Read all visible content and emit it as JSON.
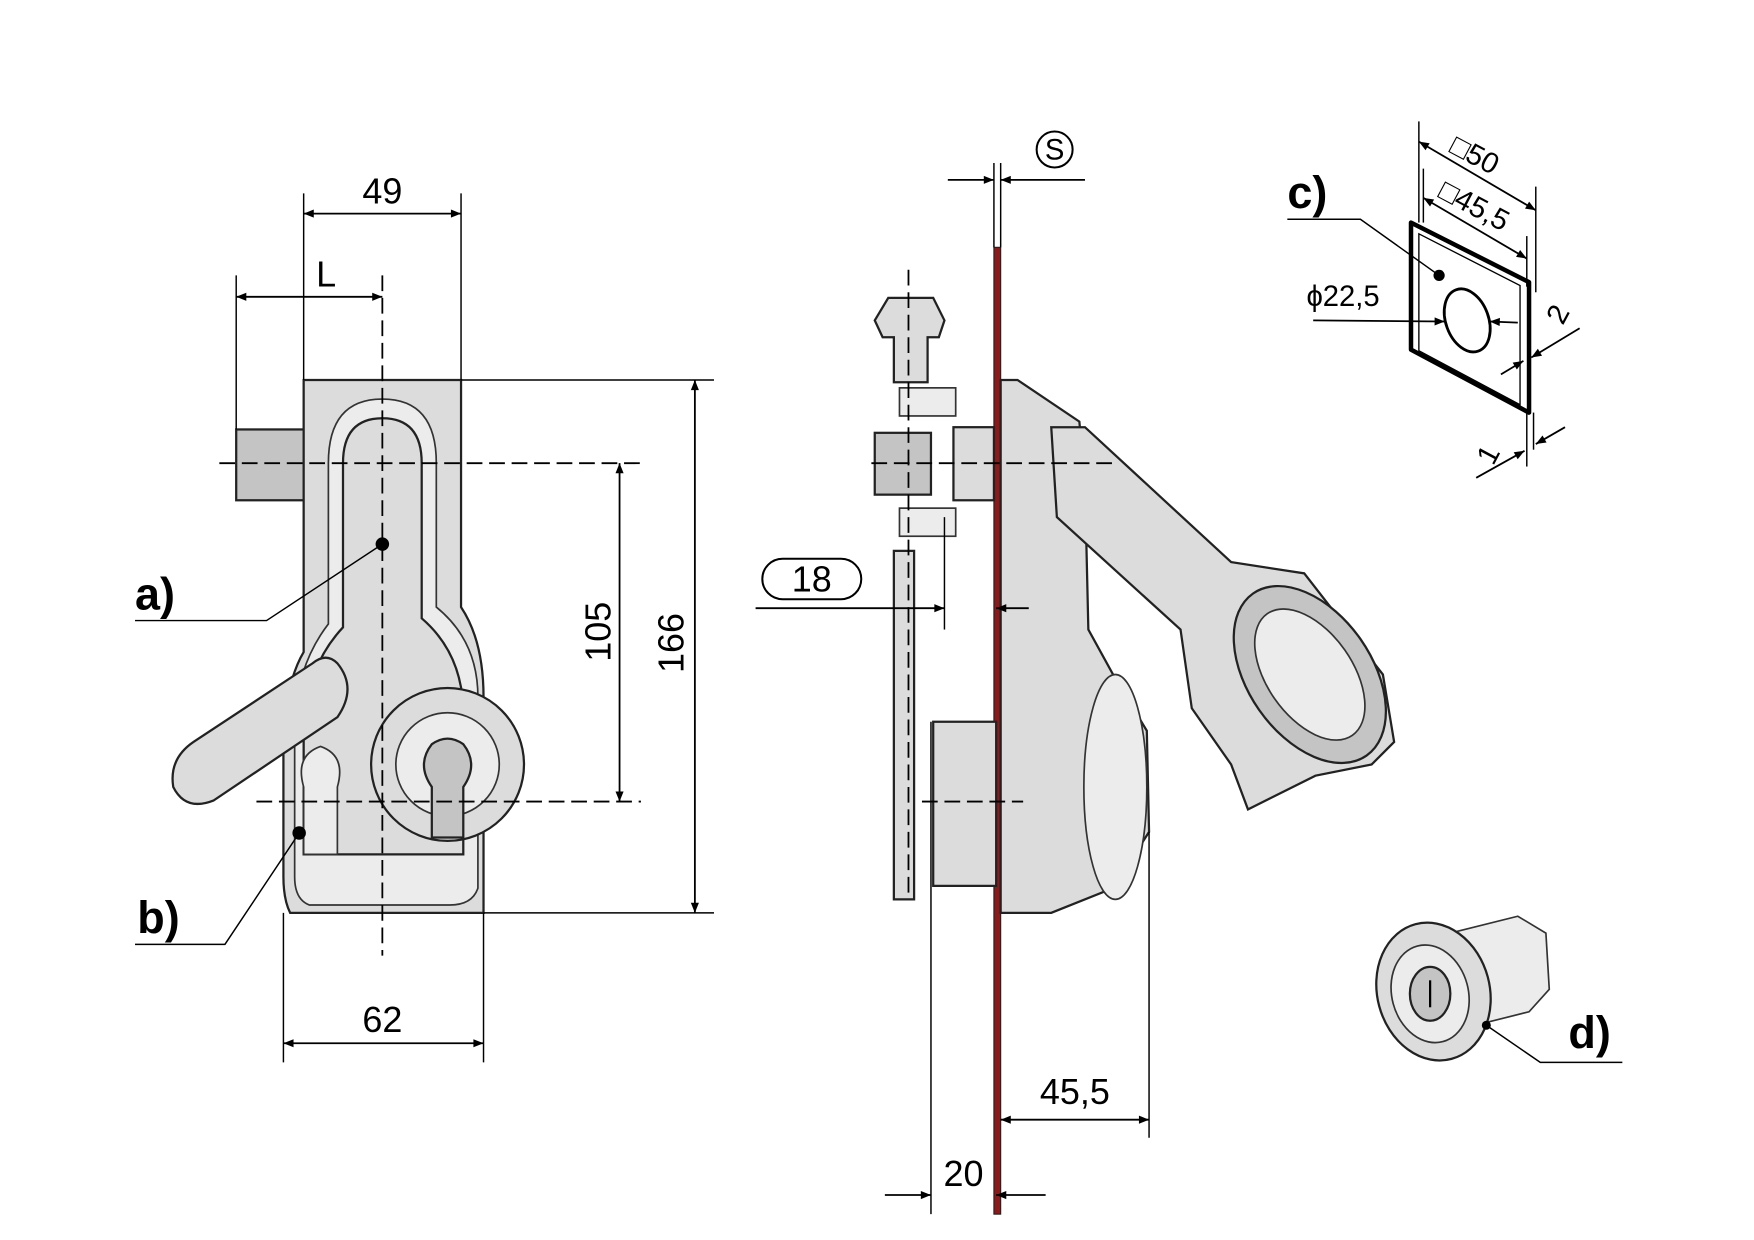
{
  "labels": {
    "a": "a)",
    "b": "b)",
    "c": "c)",
    "d": "d)"
  },
  "front_view": {
    "width_49": "49",
    "offset_L": "L",
    "height_105": "105",
    "height_166": "166",
    "width_62": "62"
  },
  "side_view": {
    "thickness_S": "S",
    "dim_18": "18",
    "depth_45_5": "45,5",
    "dim_20": "20"
  },
  "seal_c": {
    "outer_square": "□50",
    "inner_square": "□45,5",
    "hole_diameter": "ϕ22,5",
    "thickness_2": "2",
    "thickness_1": "1"
  },
  "colors": {
    "plate": "#8b1a1a",
    "part_fill": "#dcdcdc"
  }
}
